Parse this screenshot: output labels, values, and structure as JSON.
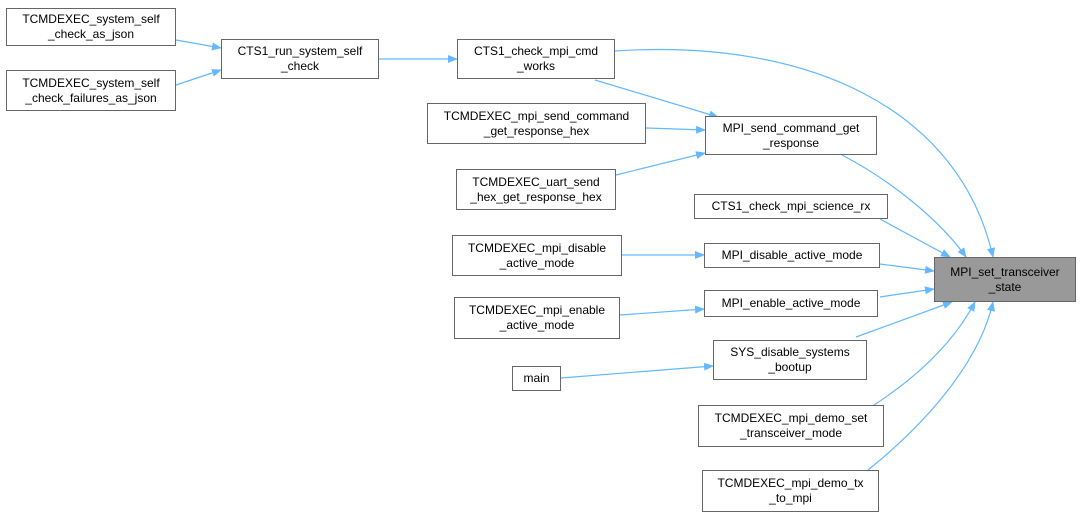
{
  "colors": {
    "edge": "#63b8ff",
    "node_border": "#666666",
    "root_fill": "#999999"
  },
  "nodes": {
    "n1": {
      "l1": "TCMDEXEC_system_self",
      "l2": "_check_as_json"
    },
    "n2": {
      "l1": "TCMDEXEC_system_self",
      "l2": "_check_failures_as_json"
    },
    "n3": {
      "l1": "CTS1_run_system_self",
      "l2": "_check"
    },
    "n4": {
      "l1": "CTS1_check_mpi_cmd",
      "l2": "_works"
    },
    "n5": {
      "l1": "TCMDEXEC_mpi_send_command",
      "l2": "_get_response_hex"
    },
    "n6": {
      "l1": "MPI_send_command_get",
      "l2": "_response"
    },
    "n7": {
      "l1": "TCMDEXEC_uart_send",
      "l2": "_hex_get_response_hex"
    },
    "n8": {
      "l1": "CTS1_check_mpi_science_rx"
    },
    "n9": {
      "l1": "TCMDEXEC_mpi_disable",
      "l2": "_active_mode"
    },
    "n10": {
      "l1": "MPI_disable_active_mode"
    },
    "n11": {
      "l1": "MPI_set_transceiver",
      "l2": "_state"
    },
    "n12": {
      "l1": "TCMDEXEC_mpi_enable",
      "l2": "_active_mode"
    },
    "n13": {
      "l1": "MPI_enable_active_mode"
    },
    "n14": {
      "l1": "SYS_disable_systems",
      "l2": "_bootup"
    },
    "n15": {
      "l1": "main"
    },
    "n16": {
      "l1": "TCMDEXEC_mpi_demo_set",
      "l2": "_transceiver_mode"
    },
    "n17": {
      "l1": "TCMDEXEC_mpi_demo_tx",
      "l2": "_to_mpi"
    }
  }
}
